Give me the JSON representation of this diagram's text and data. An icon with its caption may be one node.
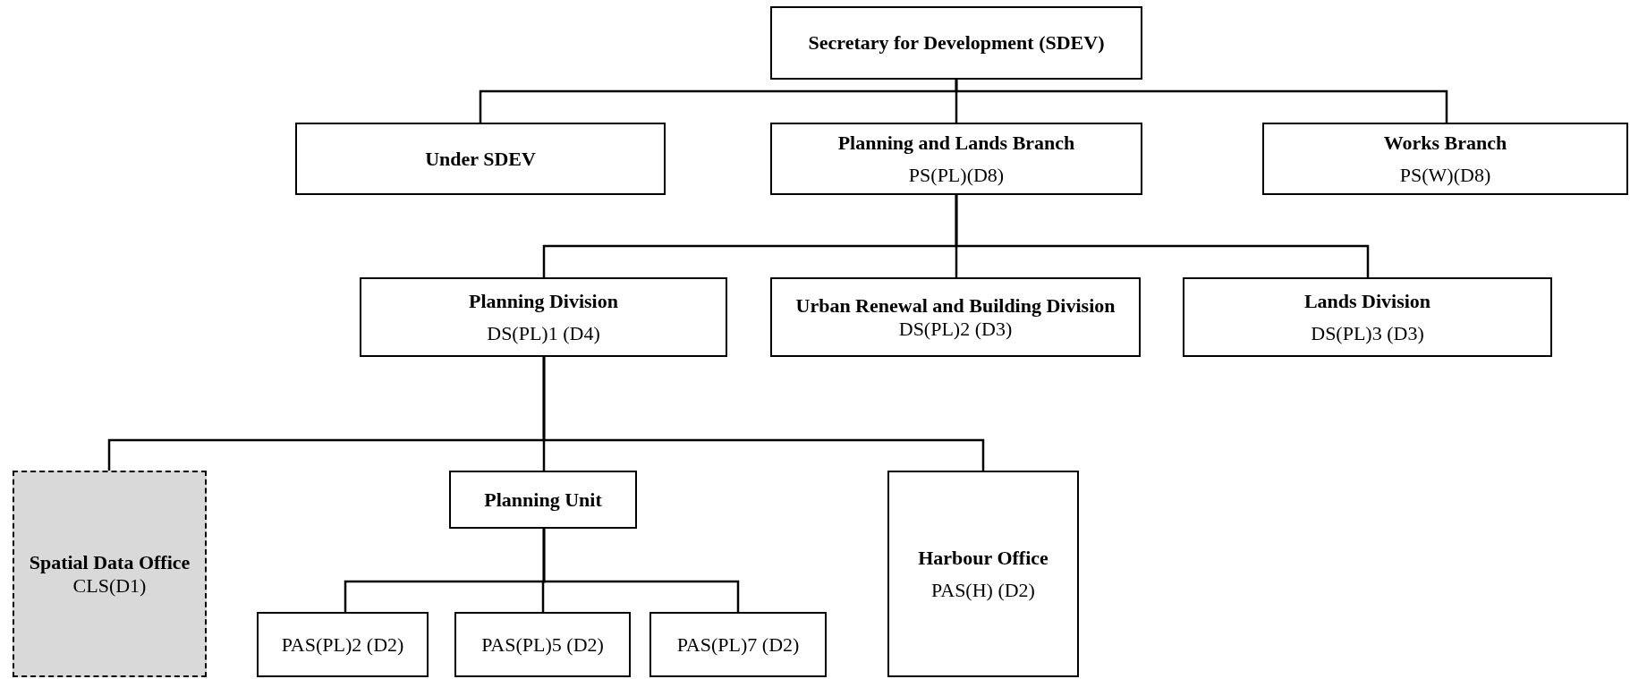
{
  "diagram": {
    "nodes": [
      {
        "text": [
          "Secretary for Development (SDEV)"
        ]
      },
      {
        "text": [
          "Under SDEV"
        ]
      },
      {
        "text": [
          "Planning and Lands Branch",
          "PS(PL)(D8)"
        ]
      },
      {
        "text": [
          "Works Branch",
          "PS(W)(D8)"
        ]
      },
      {
        "text": [
          "Planning Division",
          "DS(PL)1 (D4)"
        ]
      },
      {
        "text": [
          "Urban Renewal and Building Division",
          "DS(PL)2 (D3)"
        ]
      },
      {
        "text": [
          "Lands Division",
          "DS(PL)3 (D3)"
        ]
      },
      {
        "text": [
          "Spatial Data Office",
          "CLS(D1)"
        ]
      },
      {
        "text": [
          "Planning Unit"
        ]
      },
      {
        "text": [
          "Harbour Office",
          "PAS(H) (D2)"
        ]
      },
      {
        "text": [
          "PAS(PL)2 (D2)"
        ]
      },
      {
        "text": [
          "PAS(PL)5 (D2)"
        ]
      },
      {
        "text": [
          "PAS(PL)7 (D2)"
        ]
      }
    ],
    "edges": [
      {
        "from": 0,
        "to": 1,
        "arrow": "none"
      },
      {
        "from": 0,
        "to": 2,
        "arrow": "none"
      },
      {
        "from": 0,
        "to": 3,
        "arrow": "none"
      },
      {
        "from": 2,
        "to": 4,
        "arrow": "none"
      },
      {
        "from": 2,
        "to": 5,
        "arrow": "none"
      },
      {
        "from": 2,
        "to": 6,
        "arrow": "none"
      },
      {
        "from": 4,
        "to": 7,
        "arrow": "none"
      },
      {
        "from": 4,
        "to": 8,
        "arrow": "none"
      },
      {
        "from": 4,
        "to": 9,
        "arrow": "none"
      },
      {
        "from": 8,
        "to": 10,
        "arrow": "none"
      },
      {
        "from": 8,
        "to": 11,
        "arrow": "none"
      },
      {
        "from": 8,
        "to": 12,
        "arrow": "none"
      }
    ]
  }
}
